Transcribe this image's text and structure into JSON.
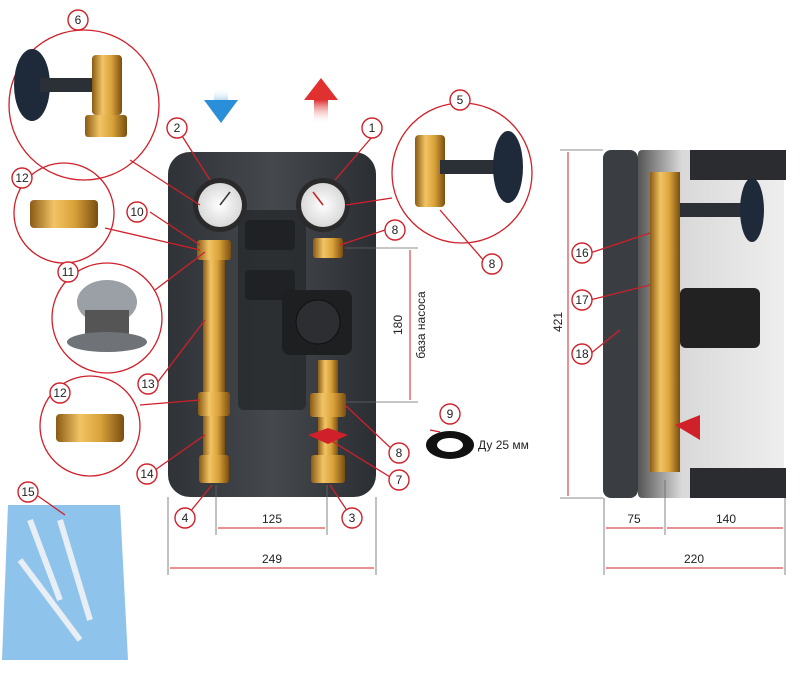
{
  "colors": {
    "callout_red": "#d0202a",
    "brass": "#c9952e",
    "housing": "#3a3d42",
    "flow_in": "#2a8fd8",
    "flow_out": "#e03030"
  },
  "callouts": [
    "1",
    "2",
    "3",
    "4",
    "5",
    "6",
    "7",
    "8",
    "8",
    "8",
    "9",
    "10",
    "11",
    "12",
    "12",
    "13",
    "14",
    "15",
    "16",
    "17",
    "18"
  ],
  "dimensions": {
    "width_front": "249",
    "pipe_spacing": "125",
    "pump_height": "180",
    "pump_base_label": "база насоса",
    "height_side": "421",
    "side_left": "75",
    "side_right": "140",
    "side_total": "220"
  },
  "gasket_label": "Ду 25 мм"
}
